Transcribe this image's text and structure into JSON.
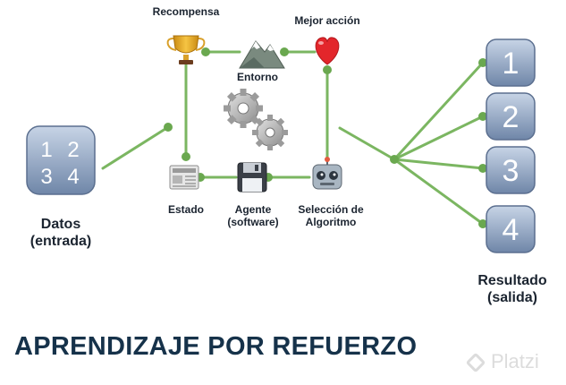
{
  "diagram": {
    "labels": {
      "recompensa": "Recompensa",
      "mejor_accion": "Mejor acción",
      "entorno": "Entorno",
      "estado": "Estado",
      "agente": [
        "Agente",
        "(software)"
      ],
      "seleccion": [
        "Selección de",
        "Algoritmo"
      ],
      "datos": [
        "Datos",
        "(entrada)"
      ],
      "resultado": [
        "Resultado",
        "(salida)"
      ]
    },
    "input_keypad": [
      "1",
      "2",
      "3",
      "4"
    ],
    "outputs": [
      "1",
      "2",
      "3",
      "4"
    ]
  },
  "title": "APRENDIZAJE POR REFUERZO",
  "watermark": "Platzi",
  "colors": {
    "line": "#7bb661",
    "dot": "#6aa84f",
    "tile_top": "#b9c8dd",
    "tile_bottom": "#6f86a8",
    "title": "#16324a"
  }
}
